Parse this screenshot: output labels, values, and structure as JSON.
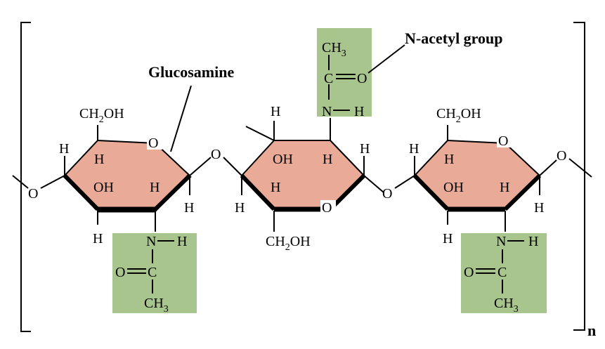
{
  "labels": {
    "glucosamine": "Glucosamine",
    "n_acetyl_group": "N-acetyl group",
    "repeat_n": "n"
  },
  "atoms": {
    "CH2OH": "CH",
    "sub2": "2",
    "OH_tail": "OH",
    "CH3": "CH",
    "sub3": "3",
    "O": "O",
    "H": "H",
    "OH": "OH",
    "N": "N",
    "C": "C"
  },
  "colors": {
    "ring_fill": "#e9ab98",
    "acetyl_box_fill": "#a9c58e",
    "line": "#000000"
  }
}
